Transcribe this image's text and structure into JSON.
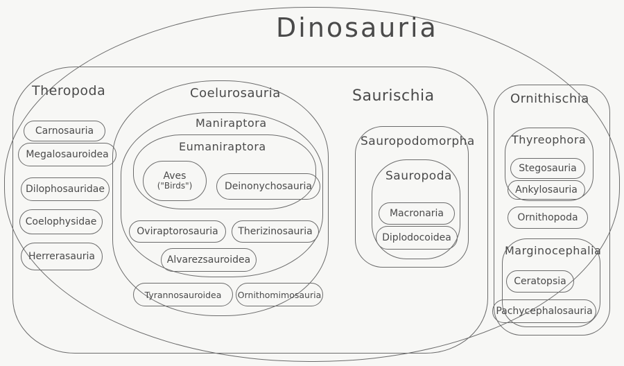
{
  "title": "Dinosauria",
  "saurischia": {
    "label": "Saurischia",
    "theropoda": {
      "label": "Theropoda",
      "items": [
        "Carnosauria",
        "Megalosauroidea",
        "Dilophosauridae",
        "Coelophysidae",
        "Herrerasauria"
      ]
    },
    "coelurosauria": {
      "label": "Coelurosauria",
      "maniraptora": {
        "label": "Maniraptora",
        "eumaniraptora": {
          "label": "Eumaniraptora",
          "aves": {
            "name": "Aves",
            "note": "(\"Birds\")"
          },
          "deinonychosauria": "Deinonychosauria"
        },
        "oviraptorosauria": "Oviraptorosauria",
        "therizinosauria": "Therizinosauria",
        "alvarezsauroidea": "Alvarezsauroidea"
      },
      "tyrannosauroidea": "Tyrannosauroidea",
      "ornithomimosauria": "Ornithomimosauria"
    },
    "sauropodomorpha": {
      "label": "Sauropodomorpha",
      "sauropoda": {
        "label": "Sauropoda",
        "items": [
          "Macronaria",
          "Diplodocoidea"
        ]
      }
    }
  },
  "ornithischia": {
    "label": "Ornithischia",
    "thyreophora": {
      "label": "Thyreophora",
      "items": [
        "Stegosauria",
        "Ankylosauria"
      ]
    },
    "ornithopoda": "Ornithopoda",
    "marginocephalia": {
      "label": "Marginocephalia",
      "items": [
        "Ceratopsia",
        "Pachycephalosauria"
      ]
    }
  }
}
